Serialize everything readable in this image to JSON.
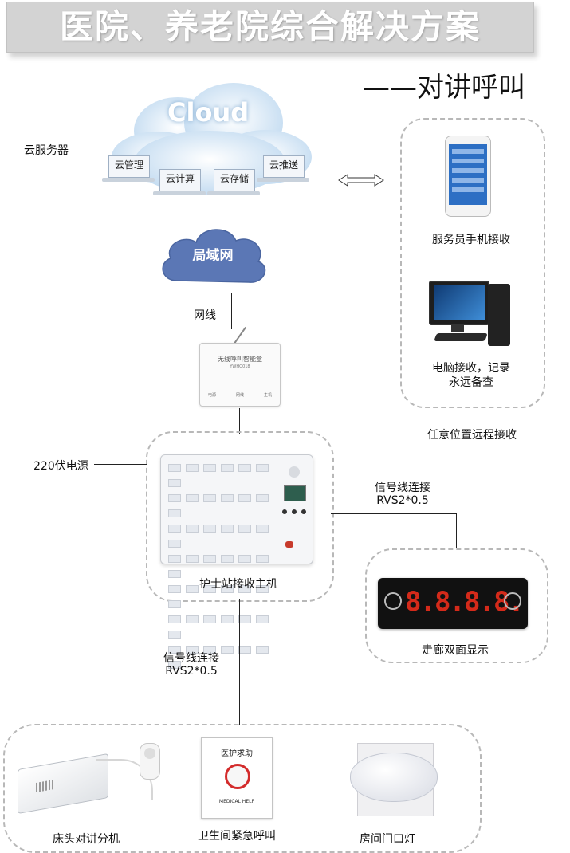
{
  "header": {
    "title": "医院、养老院综合解决方案",
    "subtitle": "——对讲呼叫"
  },
  "cloud": {
    "logo_text": "Cloud",
    "server_label": "云服务器",
    "items": [
      "云管理",
      "云计算",
      "云存储",
      "云推送"
    ]
  },
  "network": {
    "lan_label": "局域网",
    "cable_label": "网线"
  },
  "smart_box": {
    "name": "无线呼叫智能盒",
    "model": "YWHQ018",
    "port_labels": [
      "电源",
      "网线",
      "主机"
    ]
  },
  "power": {
    "label": "220伏电源"
  },
  "remote": {
    "phone_label": "服务员手机接收",
    "pc_label_line1": "电脑接收，记录",
    "pc_label_line2": "永远备查",
    "anywhere_label": "任意位置远程接收"
  },
  "nurse_station": {
    "label": "护士站接收主机"
  },
  "signal_right": {
    "line1": "信号线连接",
    "line2": "RVS2*0.5"
  },
  "signal_down": {
    "line1": "信号线连接",
    "line2": "RVS2*0.5"
  },
  "corridor": {
    "label": "走廊双面显示",
    "digits_left": "8.8.",
    "digits_right": "8.8."
  },
  "bottom_devices": {
    "bedside_label": "床头对讲分机",
    "emergency_label": "卫生间紧急呼叫",
    "emergency_sign_top": "医护求助",
    "emergency_sign_bottom": "MEDICAL HELP",
    "door_light_label": "房间门口灯"
  },
  "colors": {
    "header_bg": "#d3d3d3",
    "lan_cloud": "#5b77b5",
    "display_digits": "#d42a1a",
    "dash_border": "#b8b8b8"
  }
}
